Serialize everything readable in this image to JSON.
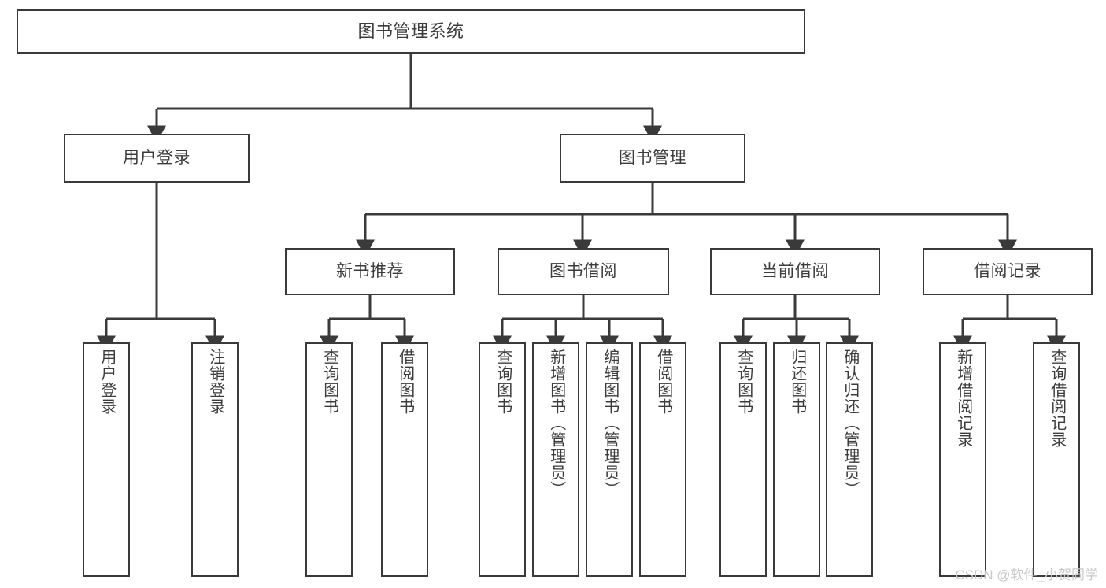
{
  "diagram": {
    "title": "图书管理系统",
    "type": "tree",
    "colors": {
      "box_border": "#3a3a3a",
      "box_fill": "#ffffff",
      "text": "#3c3c3c",
      "edge": "#3a3a3a",
      "watermark": "#c9c9c9",
      "background": "#ffffff"
    },
    "nodes": {
      "root": {
        "label": "图书管理系统"
      },
      "level2": [
        {
          "id": "user-login",
          "label": "用户登录"
        },
        {
          "id": "book-manage",
          "label": "图书管理"
        }
      ],
      "level3": [
        {
          "id": "new-book-rec",
          "label": "新书推荐"
        },
        {
          "id": "book-borrow",
          "label": "图书借阅"
        },
        {
          "id": "current-borrow",
          "label": "当前借阅"
        },
        {
          "id": "borrow-record",
          "label": "借阅记录"
        }
      ],
      "leaves": {
        "user-login": [
          {
            "id": "leaf-user-login",
            "label": "用户登录"
          },
          {
            "id": "leaf-user-logout",
            "label": "注销登录"
          }
        ],
        "new-book-rec": [
          {
            "id": "leaf-query-book-1",
            "label": "查询图书"
          },
          {
            "id": "leaf-borrow-book-1",
            "label": "借阅图书"
          }
        ],
        "book-borrow": [
          {
            "id": "leaf-query-book-2",
            "label": "查询图书"
          },
          {
            "id": "leaf-add-book",
            "label": "新增图书（管理员）"
          },
          {
            "id": "leaf-edit-book",
            "label": "编辑图书（管理员）"
          },
          {
            "id": "leaf-borrow-book-2",
            "label": "借阅图书"
          }
        ],
        "current-borrow": [
          {
            "id": "leaf-query-book-3",
            "label": "查询图书"
          },
          {
            "id": "leaf-return-book",
            "label": "归还图书"
          },
          {
            "id": "leaf-confirm-return",
            "label": "确认归还（管理员）"
          }
        ],
        "borrow-record": [
          {
            "id": "leaf-add-record",
            "label": "新增借阅记录"
          },
          {
            "id": "leaf-query-record",
            "label": "查询借阅记录"
          }
        ]
      }
    },
    "watermark": "CSDN @软件_小贺同学"
  }
}
